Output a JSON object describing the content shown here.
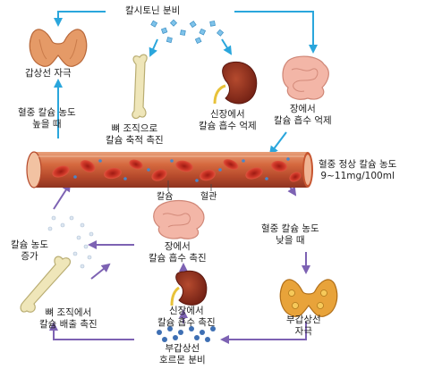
{
  "labels": {
    "calcitonin_secretion": "칼시토닌 분비",
    "thyroid_stimulation": "갑상선 자극",
    "high_calcium_line1": "혈중 칼슘 농도",
    "high_calcium_line2": "높을 때",
    "bone_storage_line1": "뼈 조직으로",
    "bone_storage_line2": "칼슘 축적 촉진",
    "kidney_inhibit_line1": "신장에서",
    "kidney_inhibit_line2": "칼슘 흡수 억제",
    "intestine_inhibit_line1": "장에서",
    "intestine_inhibit_line2": "칼슘 흡수 억제",
    "normal_calcium_line1": "혈중 정상 칼슘 농도",
    "normal_calcium_line2": "9~11mg/100ml",
    "calcium": "칼슘",
    "blood_vessel": "혈관",
    "low_calcium_line1": "혈중 칼슘 농도",
    "low_calcium_line2": "낮을 때",
    "calcium_increase_line1": "칼슘 농도",
    "calcium_increase_line2": "증가",
    "intestine_promote_line1": "장에서",
    "intestine_promote_line2": "칼슘 흡수 촉진",
    "kidney_promote_line1": "신장에서",
    "kidney_promote_line2": "칼슘 흡수 촉진",
    "parathyroid_stimulation_line1": "부갑상선",
    "parathyroid_stimulation_line2": "자극",
    "bone_release_line1": "뼈 조직에서",
    "bone_release_line2": "칼슘 배출 촉진",
    "pth_secretion_line1": "부갑상선",
    "pth_secretion_line2": "호르몬 분비"
  },
  "colors": {
    "top_arrow": "#2aa6dc",
    "bottom_arrow": "#7d62b3",
    "vessel": "#b5492b",
    "vessel_light": "#e48c5f",
    "blood_cell": "#c8281f",
    "calcium_dot": "#4a86c8",
    "thyroid": "#e59a67",
    "parathyroid": "#e8a33a",
    "kidney": "#8f2a1a",
    "intestine": "#f3b6a7",
    "bone": "#efe6b9",
    "hormone_particle": "#3e6fb3"
  }
}
